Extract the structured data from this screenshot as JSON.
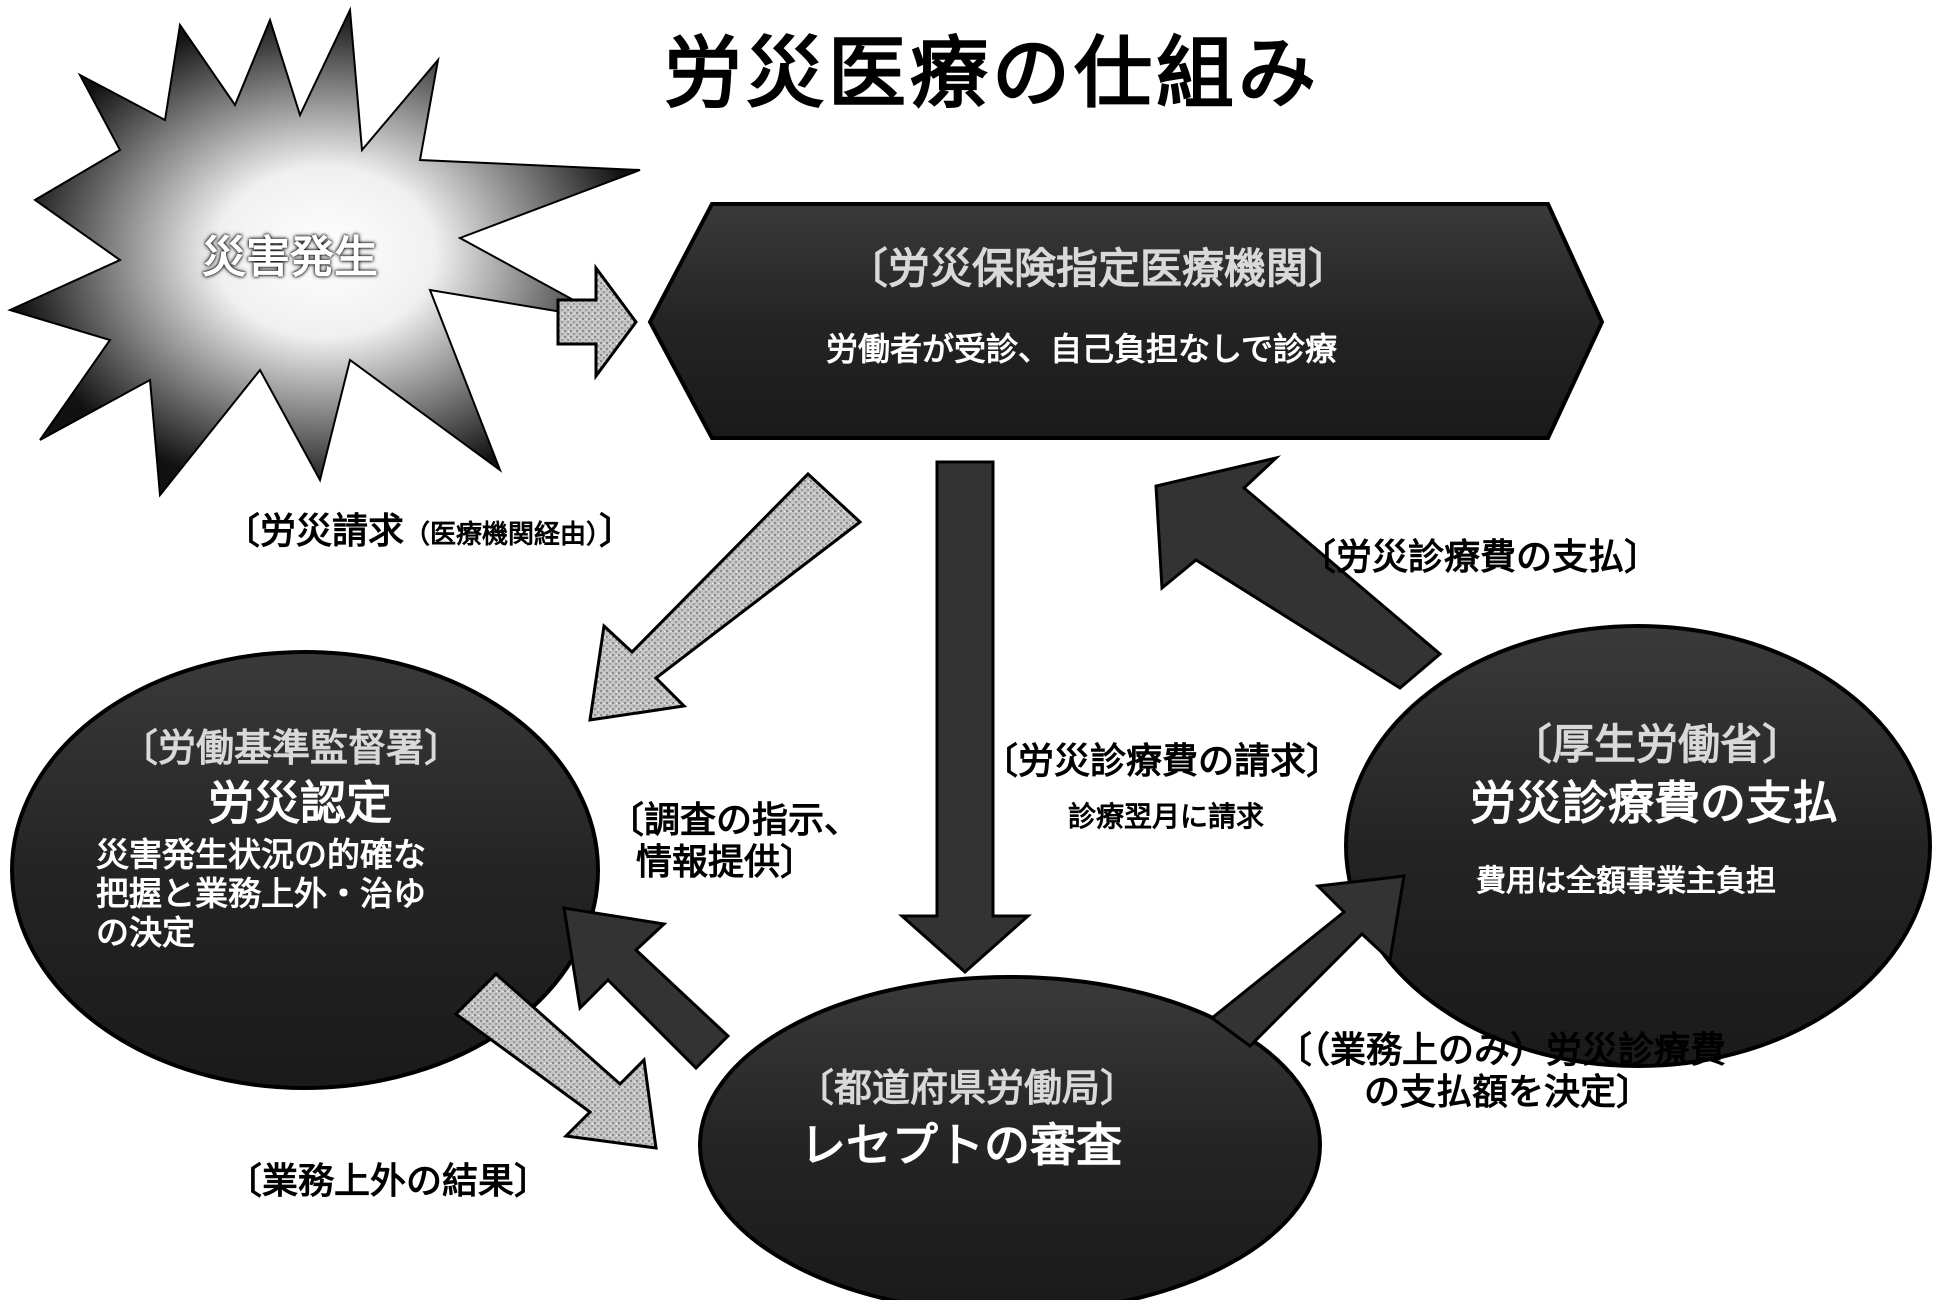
{
  "title": "労災医療の仕組み",
  "incident": {
    "label": "災害発生"
  },
  "medical_institution": {
    "header": "〔労災保険指定医療機関〕",
    "body": "労働者が受診、自己負担なしで診療"
  },
  "labor_office": {
    "header": "〔労働基準監督署〕",
    "main": "労災認定",
    "body_lines": [
      "災害発生状況の的確な",
      "把握と業務上外・治ゆ",
      "の決定"
    ]
  },
  "prefectural_bureau": {
    "header": "〔都道府県労働局〕",
    "main": "レセプトの審査"
  },
  "ministry": {
    "header": "〔厚生労働省〕",
    "main": "労災診療費の支払",
    "body": "費用は全額事業主負担"
  },
  "flows": {
    "claim": {
      "label": "〔労災請求",
      "sub": "（医療機関経由）",
      "close": "〕"
    },
    "payment_to_institution": "〔労災診療費の支払〕",
    "fee_claim": {
      "label": "〔労災診療費の請求〕",
      "sub": "診療翌月に請求"
    },
    "investigation": [
      "〔調査の指示、",
      "情報提供〕"
    ],
    "work_result": "〔業務上外の結果〕",
    "payment_decision": [
      "〔（業務上のみ）労災診療費",
      "の支払額を決定〕"
    ]
  },
  "colors": {
    "node_fill": "#2a2a2a",
    "node_edge": "#000000",
    "dark_arrow": "#333333",
    "light_arrow": "#b5b5b5",
    "burst_center": "#ffffff"
  }
}
